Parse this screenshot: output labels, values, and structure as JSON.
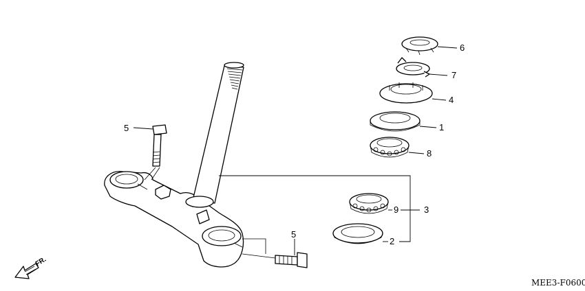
{
  "diagram": {
    "drawing_code": "MEE3-F0600",
    "direction_label": "FR.",
    "callouts": [
      {
        "id": "1",
        "label": "1"
      },
      {
        "id": "2",
        "label": "2"
      },
      {
        "id": "3",
        "label": "3"
      },
      {
        "id": "4",
        "label": "4"
      },
      {
        "id": "5a",
        "label": "5"
      },
      {
        "id": "5b",
        "label": "5"
      },
      {
        "id": "6",
        "label": "6"
      },
      {
        "id": "7",
        "label": "7"
      },
      {
        "id": "8",
        "label": "8"
      },
      {
        "id": "9",
        "label": "9"
      }
    ]
  }
}
